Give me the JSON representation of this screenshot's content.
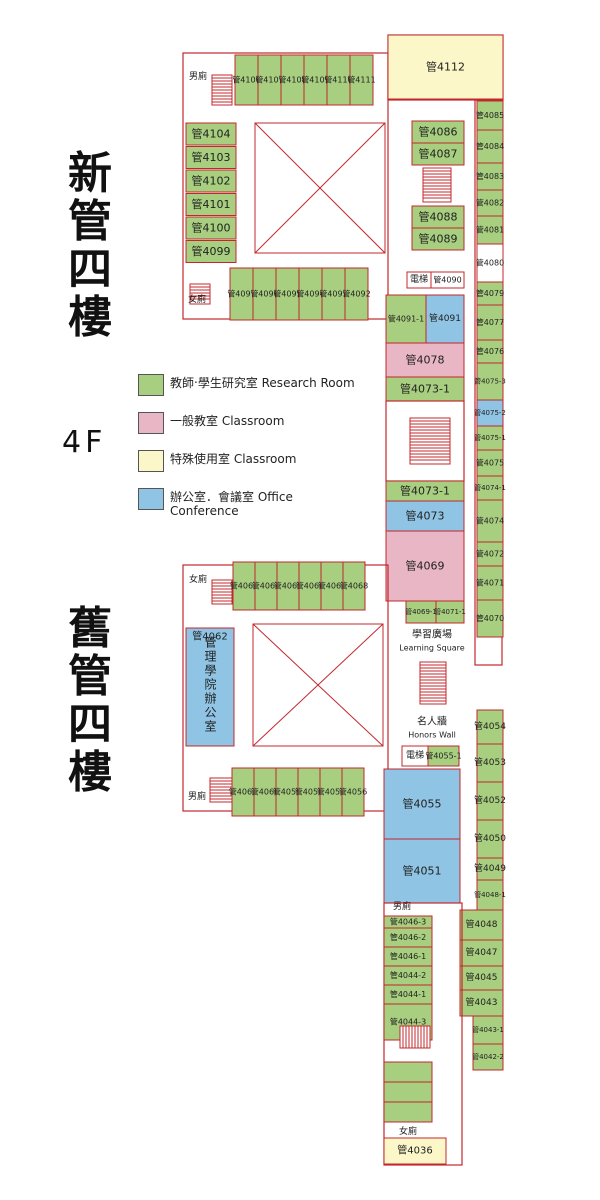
{
  "titles": {
    "new_building": [
      "新",
      "管",
      "四",
      "樓"
    ],
    "old_building": [
      "舊",
      "管",
      "四",
      "樓"
    ],
    "floor": "4F"
  },
  "legend": [
    {
      "label": "教師‧學生研究室 Research Room",
      "color": "#a8cf7f"
    },
    {
      "label": "一般教室 Classroom",
      "color": "#e9b6c6"
    },
    {
      "label": "特殊使用室 Classroom",
      "color": "#fbf7c8"
    },
    {
      "label": "辦公室．會議室 Office Conference",
      "color": "#8fc4e4"
    }
  ],
  "labels": {
    "men_toilet": "男廁",
    "women_toilet": "女廁",
    "elevator": "電梯",
    "learning_square_zh": "學習廣場",
    "learning_square_en": "Learning Square",
    "honors_wall_zh": "名人牆",
    "honors_wall_en": "Honors Wall",
    "college_office": "管理學院辦公室"
  },
  "rooms": {
    "new_top_row": [
      "管4106",
      "管4107",
      "管4108",
      "管4109",
      "管4110",
      "管4111"
    ],
    "new_left_col": [
      "管4104",
      "管4103",
      "管4102",
      "管4101",
      "管4100",
      "管4099"
    ],
    "new_bottom_row": [
      "管4097",
      "管4096",
      "管4095",
      "管4094",
      "管4093",
      "管4092"
    ],
    "new_inner_right": [
      "管4086",
      "管4087",
      "管4088",
      "管4089"
    ],
    "special": "管4112",
    "east_column": [
      "管4085",
      "管4084",
      "管4083",
      "管4082",
      "管4081",
      "管4080",
      "管4079",
      "管4077",
      "管4076",
      "管4075-3",
      "管4075-2",
      "管4075-1",
      "管4075",
      "管4074-1",
      "管4074",
      "管4072",
      "管4071",
      "管4070"
    ],
    "central": [
      "管4090",
      "管4091-1",
      "管4091",
      "管4078",
      "管4073-1",
      "管4073-1",
      "管4073",
      "管4069",
      "管4069-1",
      "管4071-1"
    ],
    "old_top_row": [
      "管4063",
      "管4064",
      "管4065",
      "管4066",
      "管4067",
      "管4068"
    ],
    "old_bottom_row": [
      "管4061",
      "管4060",
      "管4059",
      "管4058",
      "管4057",
      "管4056"
    ],
    "college_office_room": "管4062",
    "old_middle": [
      "管4055-1",
      "管4055",
      "管4051"
    ],
    "old_east": [
      "管4054",
      "管4053",
      "管4052",
      "管4050",
      "管4049",
      "管4048-1",
      "管4048",
      "管4047",
      "管4045",
      "管4043",
      "管4043-1",
      "管4042-2"
    ],
    "south_col": [
      "管4046-3",
      "管4046-2",
      "管4046-1",
      "管4044-2",
      "管4044-1",
      "管4044-3"
    ],
    "bottom_special": "管4036"
  }
}
